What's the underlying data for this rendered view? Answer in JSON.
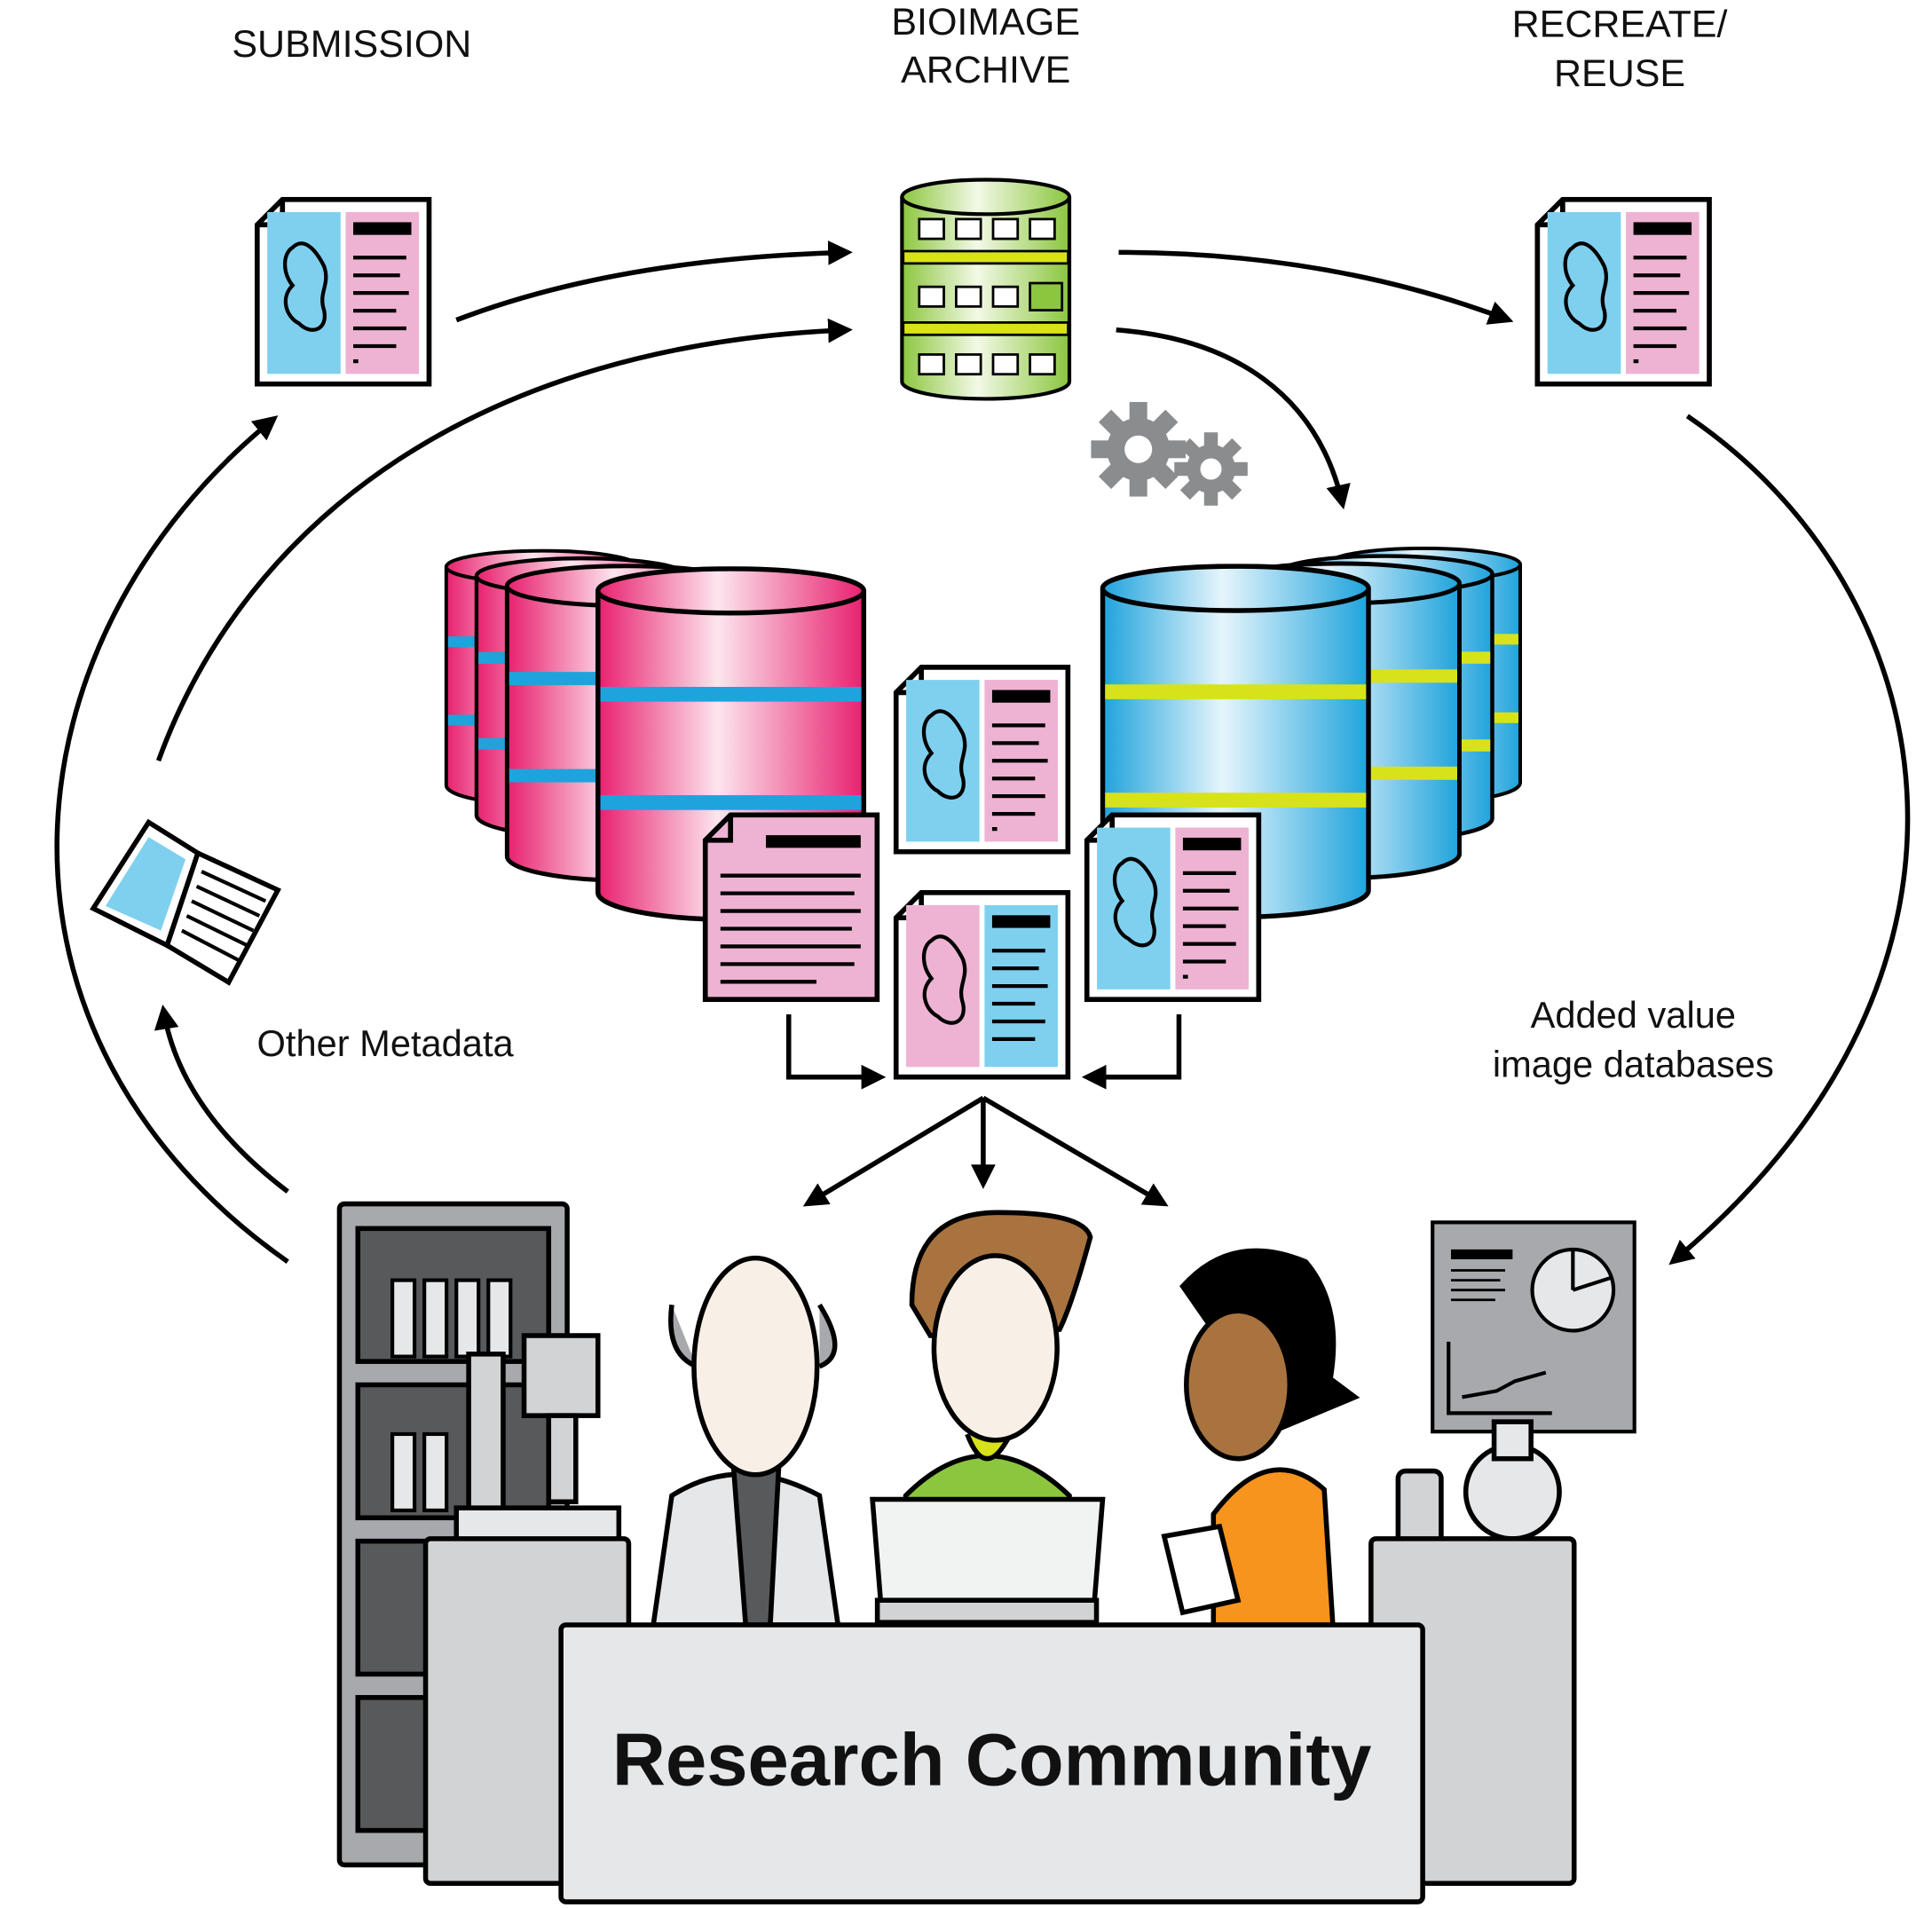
{
  "headers": {
    "submission": "SUBMISSION",
    "archive_line1": "BIOIMAGE",
    "archive_line2": "ARCHIVE",
    "reuse_line1": "RECREATE/",
    "reuse_line2": "REUSE"
  },
  "labels": {
    "other_metadata": "Other Metadata",
    "added_value_line1": "Added value",
    "added_value_line2": "image databases",
    "research_community": "Research Community"
  },
  "colors": {
    "pink_db": "#e8206e",
    "blue_db": "#1fa3dc",
    "archive_green": "#8cc63f",
    "band_yellow": "#d7e21b",
    "doc_blue": "#7fd0ef",
    "doc_pink": "#eeb3d3",
    "gear_gray": "#8a8c8e"
  }
}
